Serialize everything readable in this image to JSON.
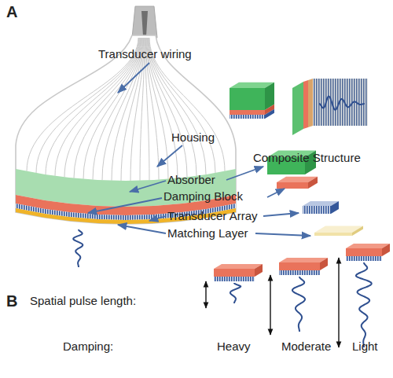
{
  "diagram": {
    "labels": [
      "A",
      "Transducer wiring",
      "Composite Structure",
      "Housing",
      "Absorber",
      "Damping Block",
      "Transducer Array",
      "Matching Layer",
      "B",
      "Spatial pulse length:",
      "Damping:",
      "Heavy",
      "Moderate",
      "Light"
    ]
  }
}
